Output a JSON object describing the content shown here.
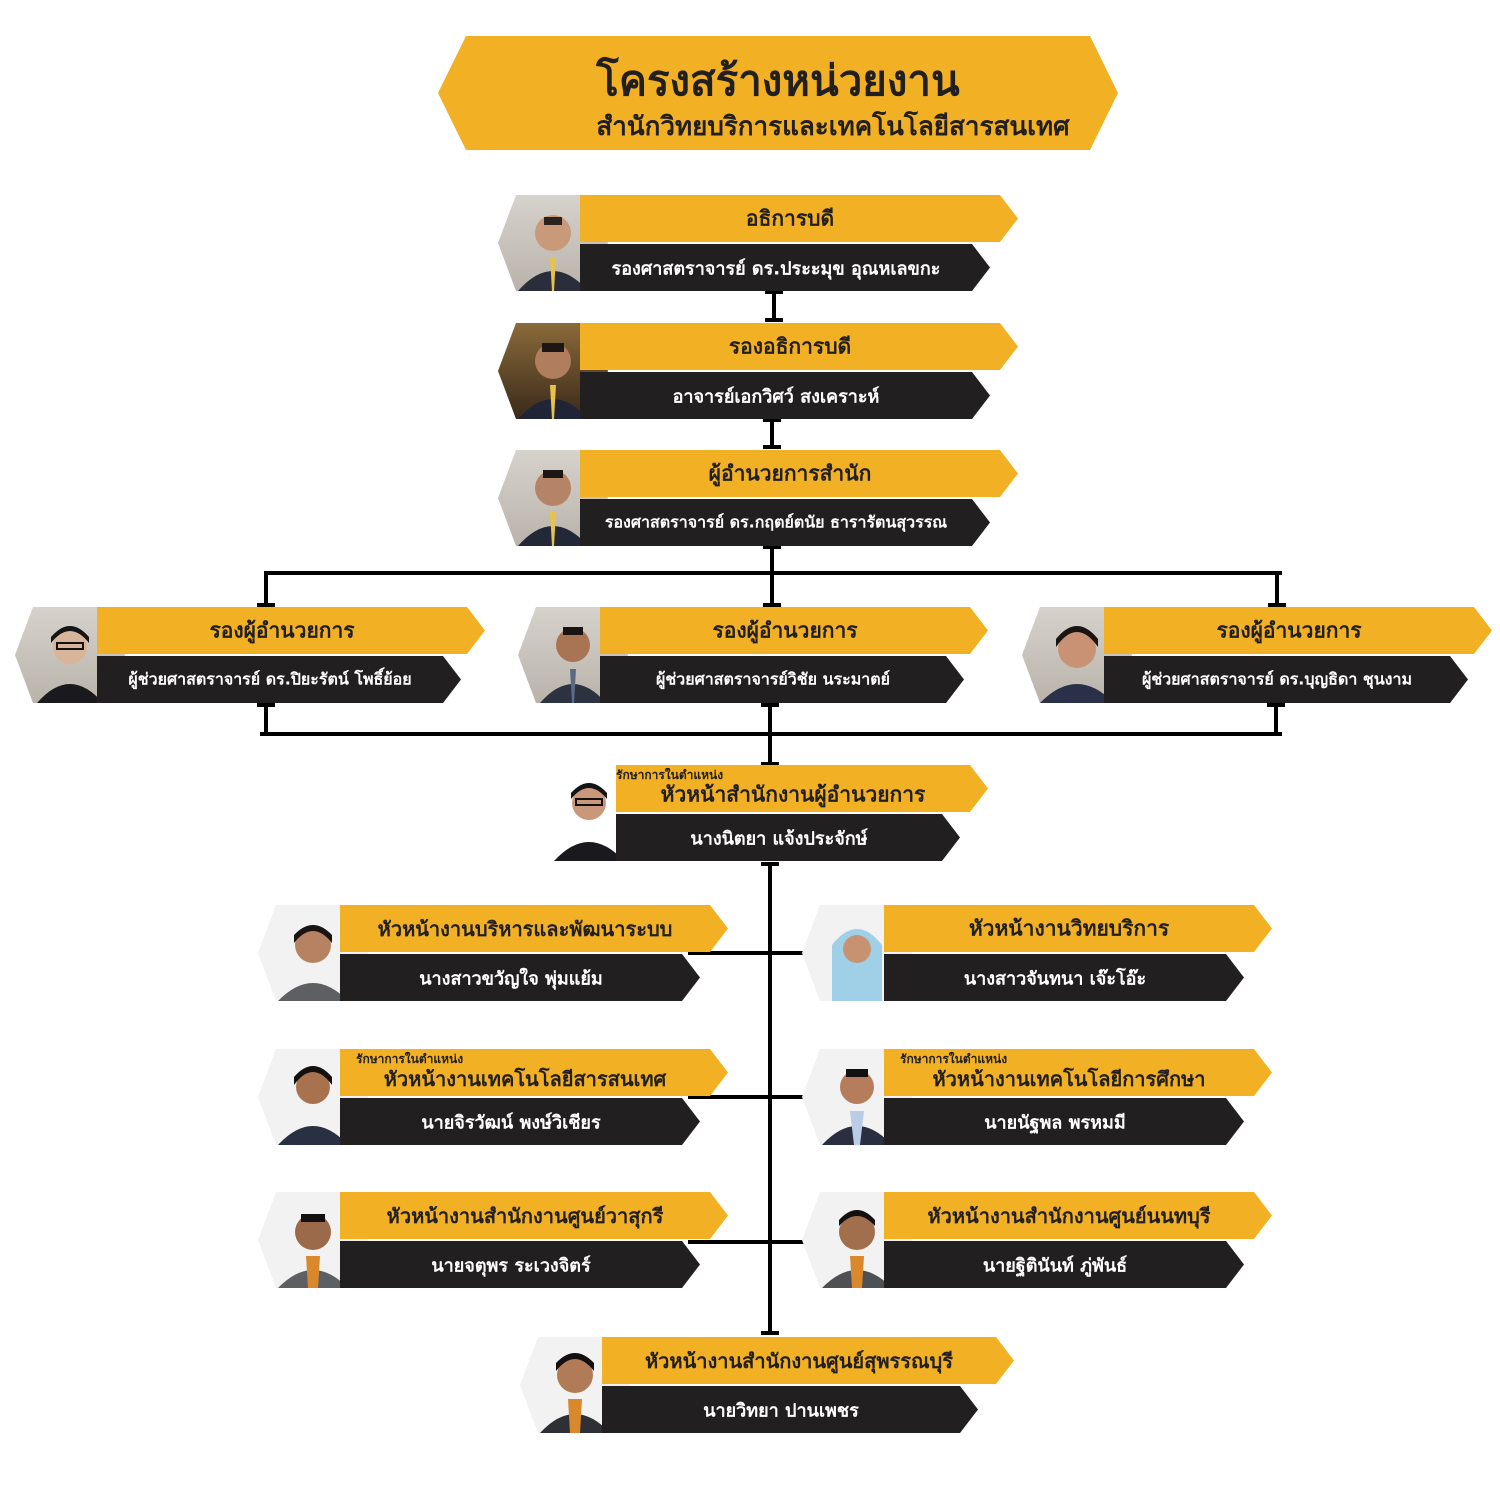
{
  "title": {
    "main": "โครงสร้างหน่วยงาน",
    "sub": "สำนักวิทยบริการและเทคโนโลยีสารสนเทศ"
  },
  "colors": {
    "accent": "#F2B124",
    "dark": "#221F20",
    "line": "#000000"
  },
  "positions": {
    "president": {
      "role": "อธิการบดี",
      "name": "รองศาสตราจารย์ ดร.ประะมุข อุณหเลขกะ"
    },
    "vice_president": {
      "role": "รองอธิการบดี",
      "name": "อาจารย์เอกวิศว์ สงเคราะห์"
    },
    "director": {
      "role": "ผู้อำนวยการสำนัก",
      "name": "รองศาสตราจารย์ ดร.กฤตย์ตนัย ธารารัตนสุวรรณ"
    },
    "deputy_left": {
      "role": "รองผู้อำนวยการ",
      "name": "ผู้ช่วยศาสตราจารย์ ดร.ปิยะรัตน์ โพธิ์ย้อย"
    },
    "deputy_center": {
      "role": "รองผู้อำนวยการ",
      "name": "ผู้ช่วยศาสตราจารย์วิชัย นระมาตย์"
    },
    "deputy_right": {
      "role": "รองผู้อำนวยการ",
      "name": "ผู้ช่วยศาสตราจารย์ ดร.บุญธิดา ชุนงาม"
    },
    "office_head": {
      "acting": "รักษาการในตำแหน่ง",
      "role": "หัวหน้าสำนักงานผู้อำนวยการ",
      "name": "นางนิตยา แจ้งประจักษ์"
    },
    "admin_dev": {
      "role": "หัวหน้างานบริหารและพัฒนาระบบ",
      "name": "นางสาวขวัญใจ พุ่มแย้ม"
    },
    "academic_service": {
      "role": "หัวหน้างานวิทยบริการ",
      "name": "นางสาวจันทนา เจ๊ะโอ๊ะ"
    },
    "it": {
      "acting": "รักษาการในตำแหน่ง",
      "role": "หัวหน้างานเทคโนโลยีสารสนเทศ",
      "name": "นายจิรวัฒน์ พงษ์วิเชียร"
    },
    "edtech": {
      "acting": "รักษาการในตำแหน่ง",
      "role": "หัวหน้างานเทคโนโลยีการศึกษา",
      "name": "นายนัฐพล พรหมมี"
    },
    "wasukri": {
      "role": "หัวหน้างานสำนักงานศูนย์วาสุกรี",
      "name": "นายจตุพร ระเวงจิตร์"
    },
    "nonthaburi": {
      "role": "หัวหน้างานสำนักงานศูนย์นนทบุรี",
      "name": "นายฐิตินันท์ ภู่พันธ์"
    },
    "suphanburi": {
      "role": "หัวหน้างานสำนักงานศูนย์สุพรรณบุรี",
      "name": "นายวิทยา ปานเพชร"
    }
  }
}
